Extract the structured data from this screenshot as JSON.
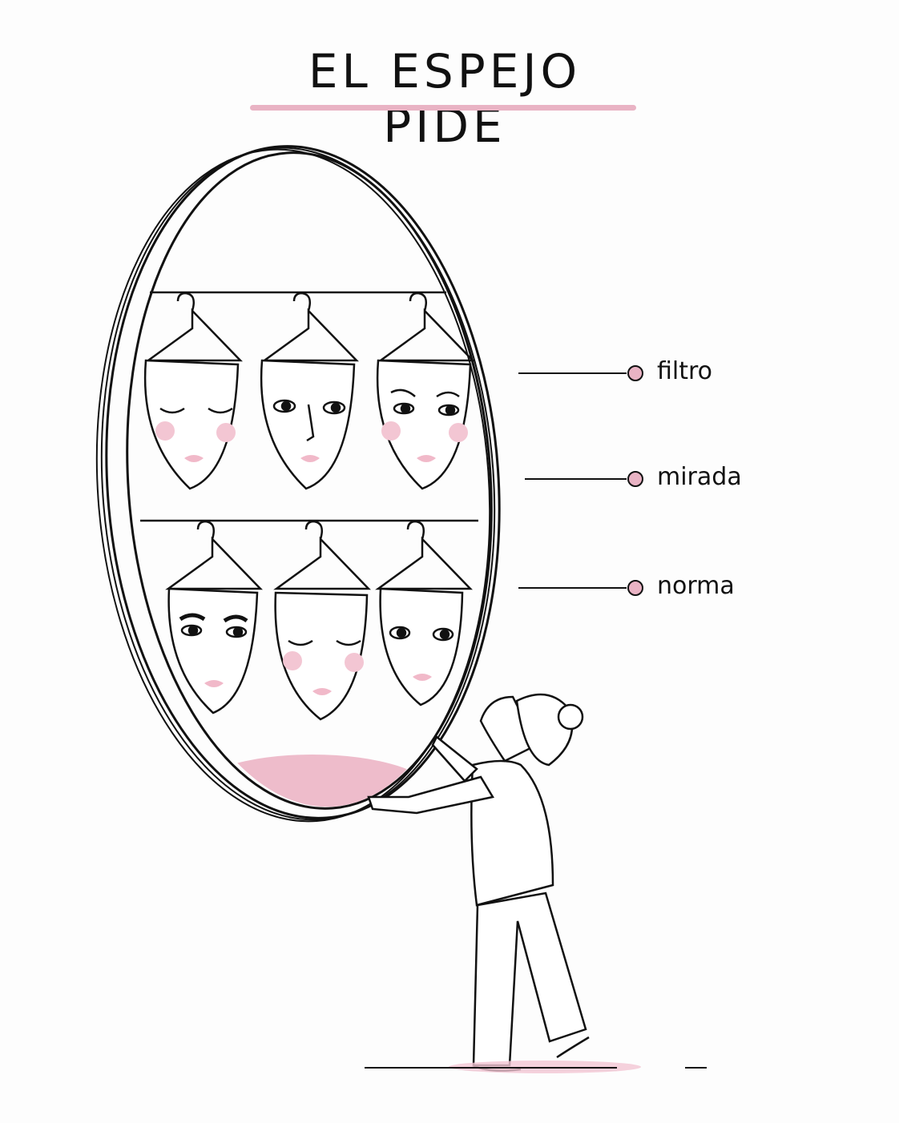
{
  "title": "EL ESPEJO PIDE",
  "colors": {
    "accent_pink": "#e9b3c4",
    "line": "#111111",
    "background": "#fdfdfd"
  },
  "labels": [
    {
      "text": "filtro"
    },
    {
      "text": "mirada"
    },
    {
      "text": "norma"
    }
  ],
  "illustration": {
    "mirror": "oval-mirror",
    "mask_rows": [
      {
        "masks": [
          "closed-eyes-blush",
          "freckles-open-eyes",
          "winged-eyeliner-blush"
        ]
      },
      {
        "masks": [
          "bold-brows",
          "closed-eyes-blush",
          "lashes-open-eyes"
        ]
      }
    ],
    "figure": "person-holding-mirror"
  }
}
